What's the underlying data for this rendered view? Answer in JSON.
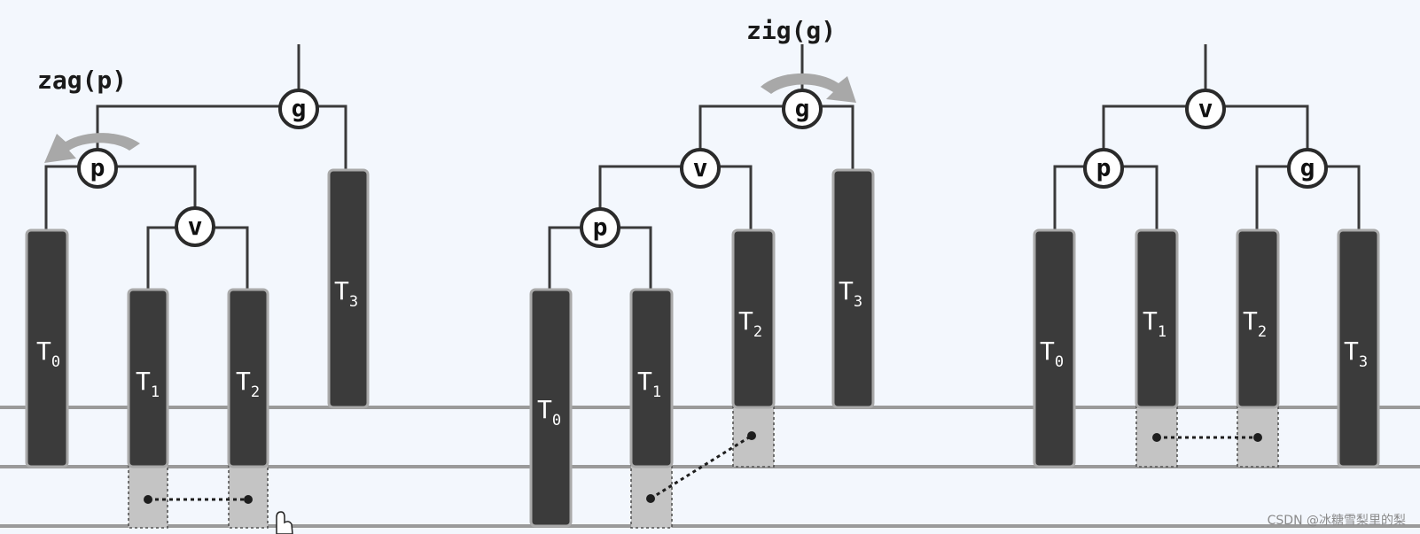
{
  "operations": {
    "left": "zag(p)",
    "middle": "zig(g)"
  },
  "nodes": {
    "g": "g",
    "p": "p",
    "v": "v"
  },
  "subtrees": {
    "t0": {
      "main": "T",
      "sub": "0"
    },
    "t1": {
      "main": "T",
      "sub": "1"
    },
    "t2": {
      "main": "T",
      "sub": "2"
    },
    "t3": {
      "main": "T",
      "sub": "3"
    }
  },
  "watermark": "CSDN @冰糖雪梨里的梨",
  "colors": {
    "background": "#f3f7fd",
    "subtree_fill": "#3b3b3b",
    "ghost_fill": "#c4c4c4",
    "level_line": "#9a9a9a",
    "rotation_arrow": "#a8a8a8"
  },
  "icons": {
    "rotation_arrow": "curved-rotate-arrow-icon",
    "cursor": "hand-pointer-icon"
  }
}
